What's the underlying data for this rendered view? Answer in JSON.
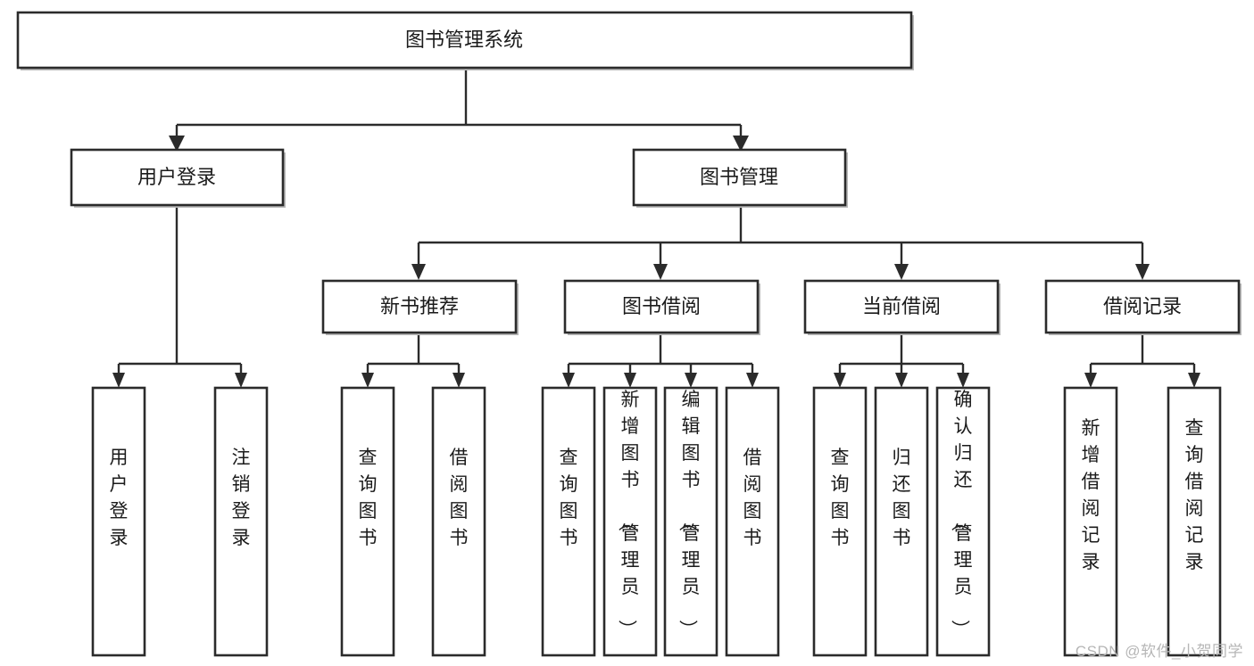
{
  "diagram": {
    "type": "tree",
    "title": "图书管理系统",
    "orientation": "top-down",
    "colors": {
      "background": "#ffffff",
      "box_fill": "#ffffff",
      "box_stroke": "#2b2b2b",
      "connector": "#2b2b2b",
      "text": "#1b1b1b",
      "watermark": "#b6b6b6"
    },
    "root": {
      "label": "图书管理系统",
      "id": "root-book-management-system"
    },
    "level2": [
      {
        "id": "node-user-login",
        "label": "用户登录"
      },
      {
        "id": "node-book-management",
        "label": "图书管理"
      }
    ],
    "level3": [
      {
        "id": "node-new-book-recommend",
        "label": "新书推荐",
        "parent": "node-book-management"
      },
      {
        "id": "node-book-borrow",
        "label": "图书借阅",
        "parent": "node-book-management"
      },
      {
        "id": "node-current-borrow",
        "label": "当前借阅",
        "parent": "node-book-management"
      },
      {
        "id": "node-borrow-record",
        "label": "借阅记录",
        "parent": "node-book-management"
      }
    ],
    "leaves": {
      "node-user-login": [
        {
          "id": "leaf-user-login",
          "label": "用户登录"
        },
        {
          "id": "leaf-logout-login",
          "label": "注销登录"
        }
      ],
      "node-new-book-recommend": [
        {
          "id": "leaf-query-book-1",
          "label": "查询图书"
        },
        {
          "id": "leaf-borrow-book-1",
          "label": "借阅图书"
        }
      ],
      "node-book-borrow": [
        {
          "id": "leaf-query-book-2",
          "label": "查询图书"
        },
        {
          "id": "leaf-add-book-admin",
          "label": "新增图书（管理员）"
        },
        {
          "id": "leaf-edit-book-admin",
          "label": "编辑图书（管理员）"
        },
        {
          "id": "leaf-borrow-book-2",
          "label": "借阅图书"
        }
      ],
      "node-current-borrow": [
        {
          "id": "leaf-query-book-3",
          "label": "查询图书"
        },
        {
          "id": "leaf-return-book",
          "label": "归还图书"
        },
        {
          "id": "leaf-confirm-return-admin",
          "label": "确认归还（管理员）"
        }
      ],
      "node-borrow-record": [
        {
          "id": "leaf-add-borrow-record",
          "label": "新增借阅记录"
        },
        {
          "id": "leaf-query-borrow-record",
          "label": "查询借阅记录"
        }
      ]
    }
  },
  "watermark": {
    "text": "CSDN @软件_小贺同学"
  }
}
